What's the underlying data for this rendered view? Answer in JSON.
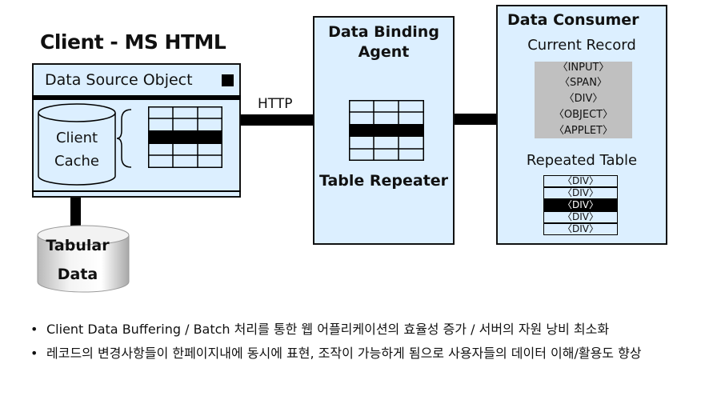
{
  "client": {
    "title": "Client  -  MS HTML"
  },
  "dso": {
    "header": "Data Source Object"
  },
  "cache": {
    "line1": "Client",
    "line2": "Cache"
  },
  "tabular": {
    "line1": "Tabular",
    "line2": "Data"
  },
  "http_label": "HTTP",
  "agent": {
    "title_line1": "Data Binding",
    "title_line2": "Agent",
    "repeater": "Table Repeater"
  },
  "consumer": {
    "title": "Data Consumer",
    "current_record": "Current Record",
    "record_items": [
      "〈INPUT〉",
      "〈SPAN〉",
      "〈DIV〉",
      "〈OBJECT〉",
      "〈APPLET〉"
    ],
    "repeated_table": "Repeated Table",
    "repeated_rows": [
      "〈DIV〉",
      "〈DIV〉",
      "〈DIV〉",
      "〈DIV〉",
      "〈DIV〉"
    ]
  },
  "bullets": [
    "Client Data Buffering / Batch 처리를 통한 웹 어플리케이션의 효율성 증가 / 서버의 자원 낭비 최소화",
    "레코드의 변경사항들이 한페이지내에 동시에 표현, 조작이 가능하게 됨으로 사용자들의 데이터 이해/활용도 향상"
  ],
  "bullet_symbol": "•",
  "colors": {
    "panel": "#dcefff",
    "record_bg": "#c0c0c0",
    "line": "#000000"
  }
}
